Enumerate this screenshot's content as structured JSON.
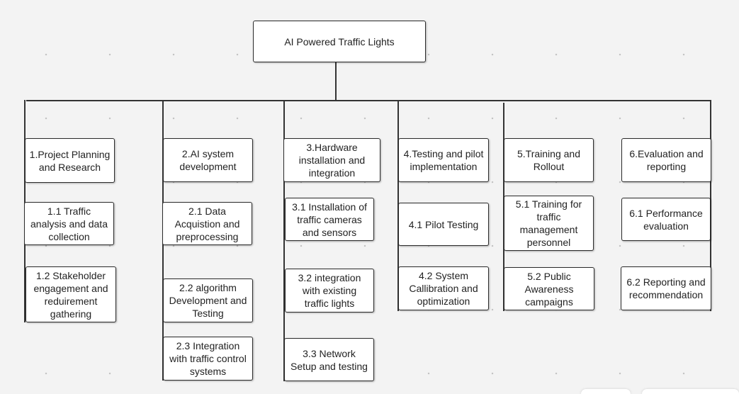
{
  "root": "AI Powered Traffic Lights",
  "columns": [
    {
      "header": "1.Project Planning and Research",
      "children": [
        "1.1 Traffic analysis and data collection",
        "1.2 Stakeholder engagement and reduirement gathering"
      ]
    },
    {
      "header": "2.AI system development",
      "children": [
        "2.1 Data Acquistion and preprocessing",
        "2.2 algorithm Development and Testing",
        "2.3 Integration with traffic control systems"
      ]
    },
    {
      "header": "3.Hardware installation and integration",
      "children": [
        "3.1 Installation of traffic cameras and sensors",
        "3.2 integration with existing traffic lights",
        "3.3 Network Setup and testing"
      ]
    },
    {
      "header": "4.Testing and pilot implementation",
      "children": [
        "4.1 Pilot Testing",
        "4.2 System Callibration and optimization"
      ]
    },
    {
      "header": "5.Training and Rollout",
      "children": [
        "5.1 Training for traffic management personnel",
        "5.2 Public Awareness campaigns"
      ]
    },
    {
      "header": "6.Evaluation and reporting",
      "children": [
        "6.1 Performance evaluation",
        "6.2 Reporting and recommendation"
      ]
    }
  ]
}
